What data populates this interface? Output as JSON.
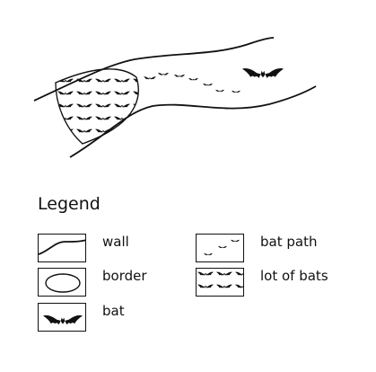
{
  "legend": {
    "title": "Legend",
    "items": [
      {
        "key": "wall",
        "label": "wall"
      },
      {
        "key": "border",
        "label": "border"
      },
      {
        "key": "bat",
        "label": "bat"
      },
      {
        "key": "bat_path",
        "label": "bat path"
      },
      {
        "key": "lot_of_bats",
        "label": "lot of bats"
      }
    ]
  },
  "colors": {
    "ink": "#111111",
    "background": "#ffffff"
  }
}
